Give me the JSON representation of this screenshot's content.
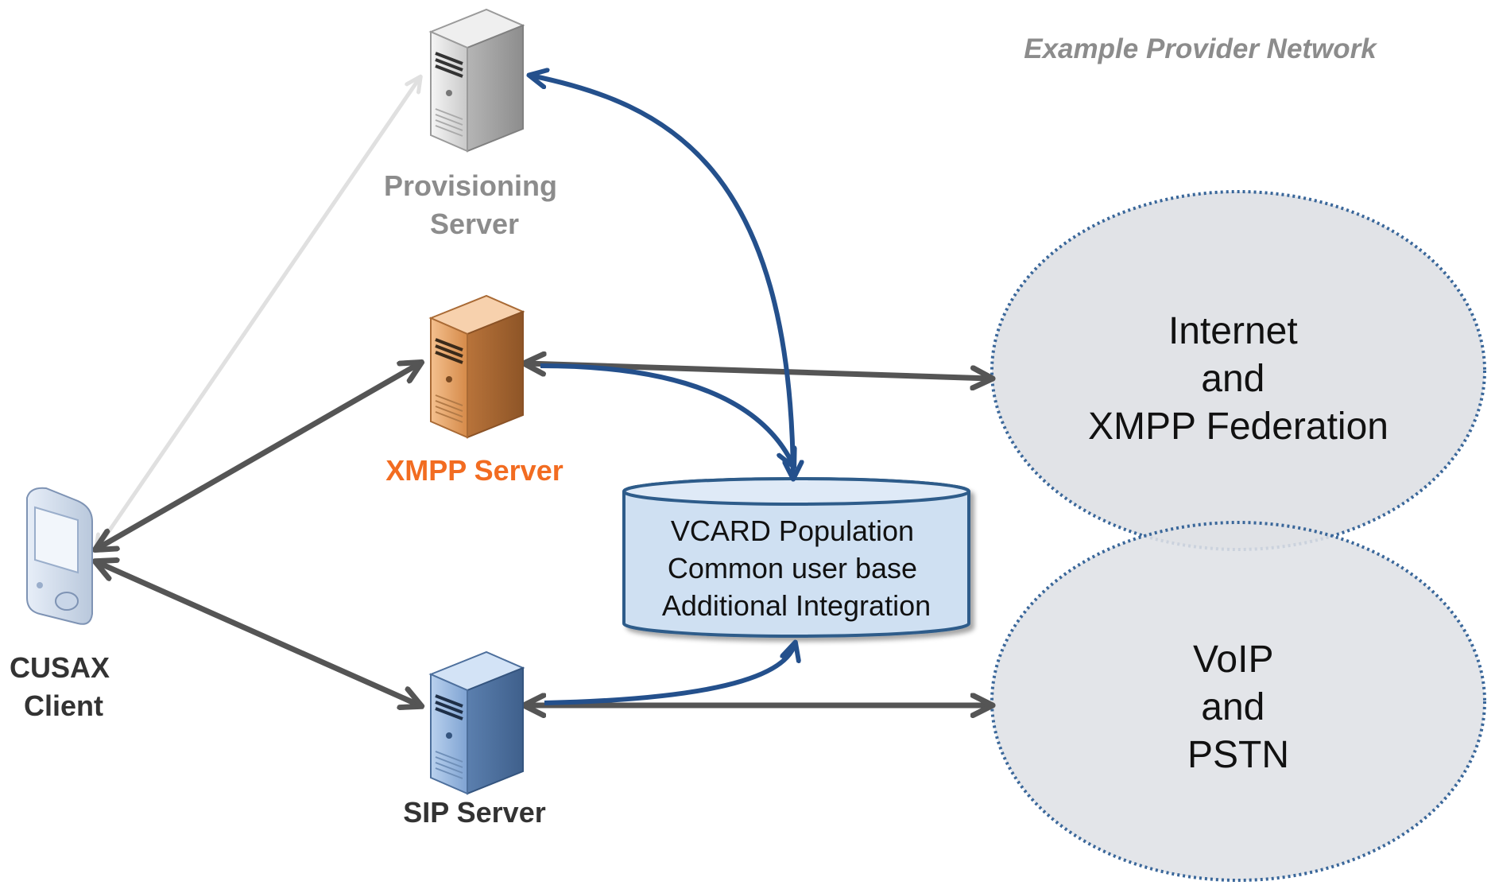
{
  "network_title": "Example Provider Network",
  "nodes": {
    "provisioning": {
      "line1": "Provisioning",
      "line2": "Server",
      "color": "#8c8c8c"
    },
    "xmpp": {
      "label": "XMPP Server",
      "color": "#f26c21"
    },
    "sip": {
      "label": "SIP Server",
      "color": "#333333"
    },
    "client": {
      "line1": "CUSAX",
      "line2": "Client",
      "color": "#333333"
    }
  },
  "database": {
    "lines": [
      "VCARD Population",
      "Common user base",
      "Additional Integration"
    ],
    "fill": "#cfe0f2",
    "stroke": "#2e5c8a"
  },
  "clouds": {
    "internet": {
      "lines": [
        "Internet",
        "and",
        "XMPP Federation"
      ]
    },
    "voip": {
      "lines": [
        "VoIP",
        "and",
        "PSTN"
      ]
    },
    "fill": "#dfe1e6",
    "stroke": "#3a679a"
  },
  "colors": {
    "dark_arrow": "#555555",
    "light_arrow": "#e0e0e0",
    "blue_arrow": "#24508c"
  }
}
